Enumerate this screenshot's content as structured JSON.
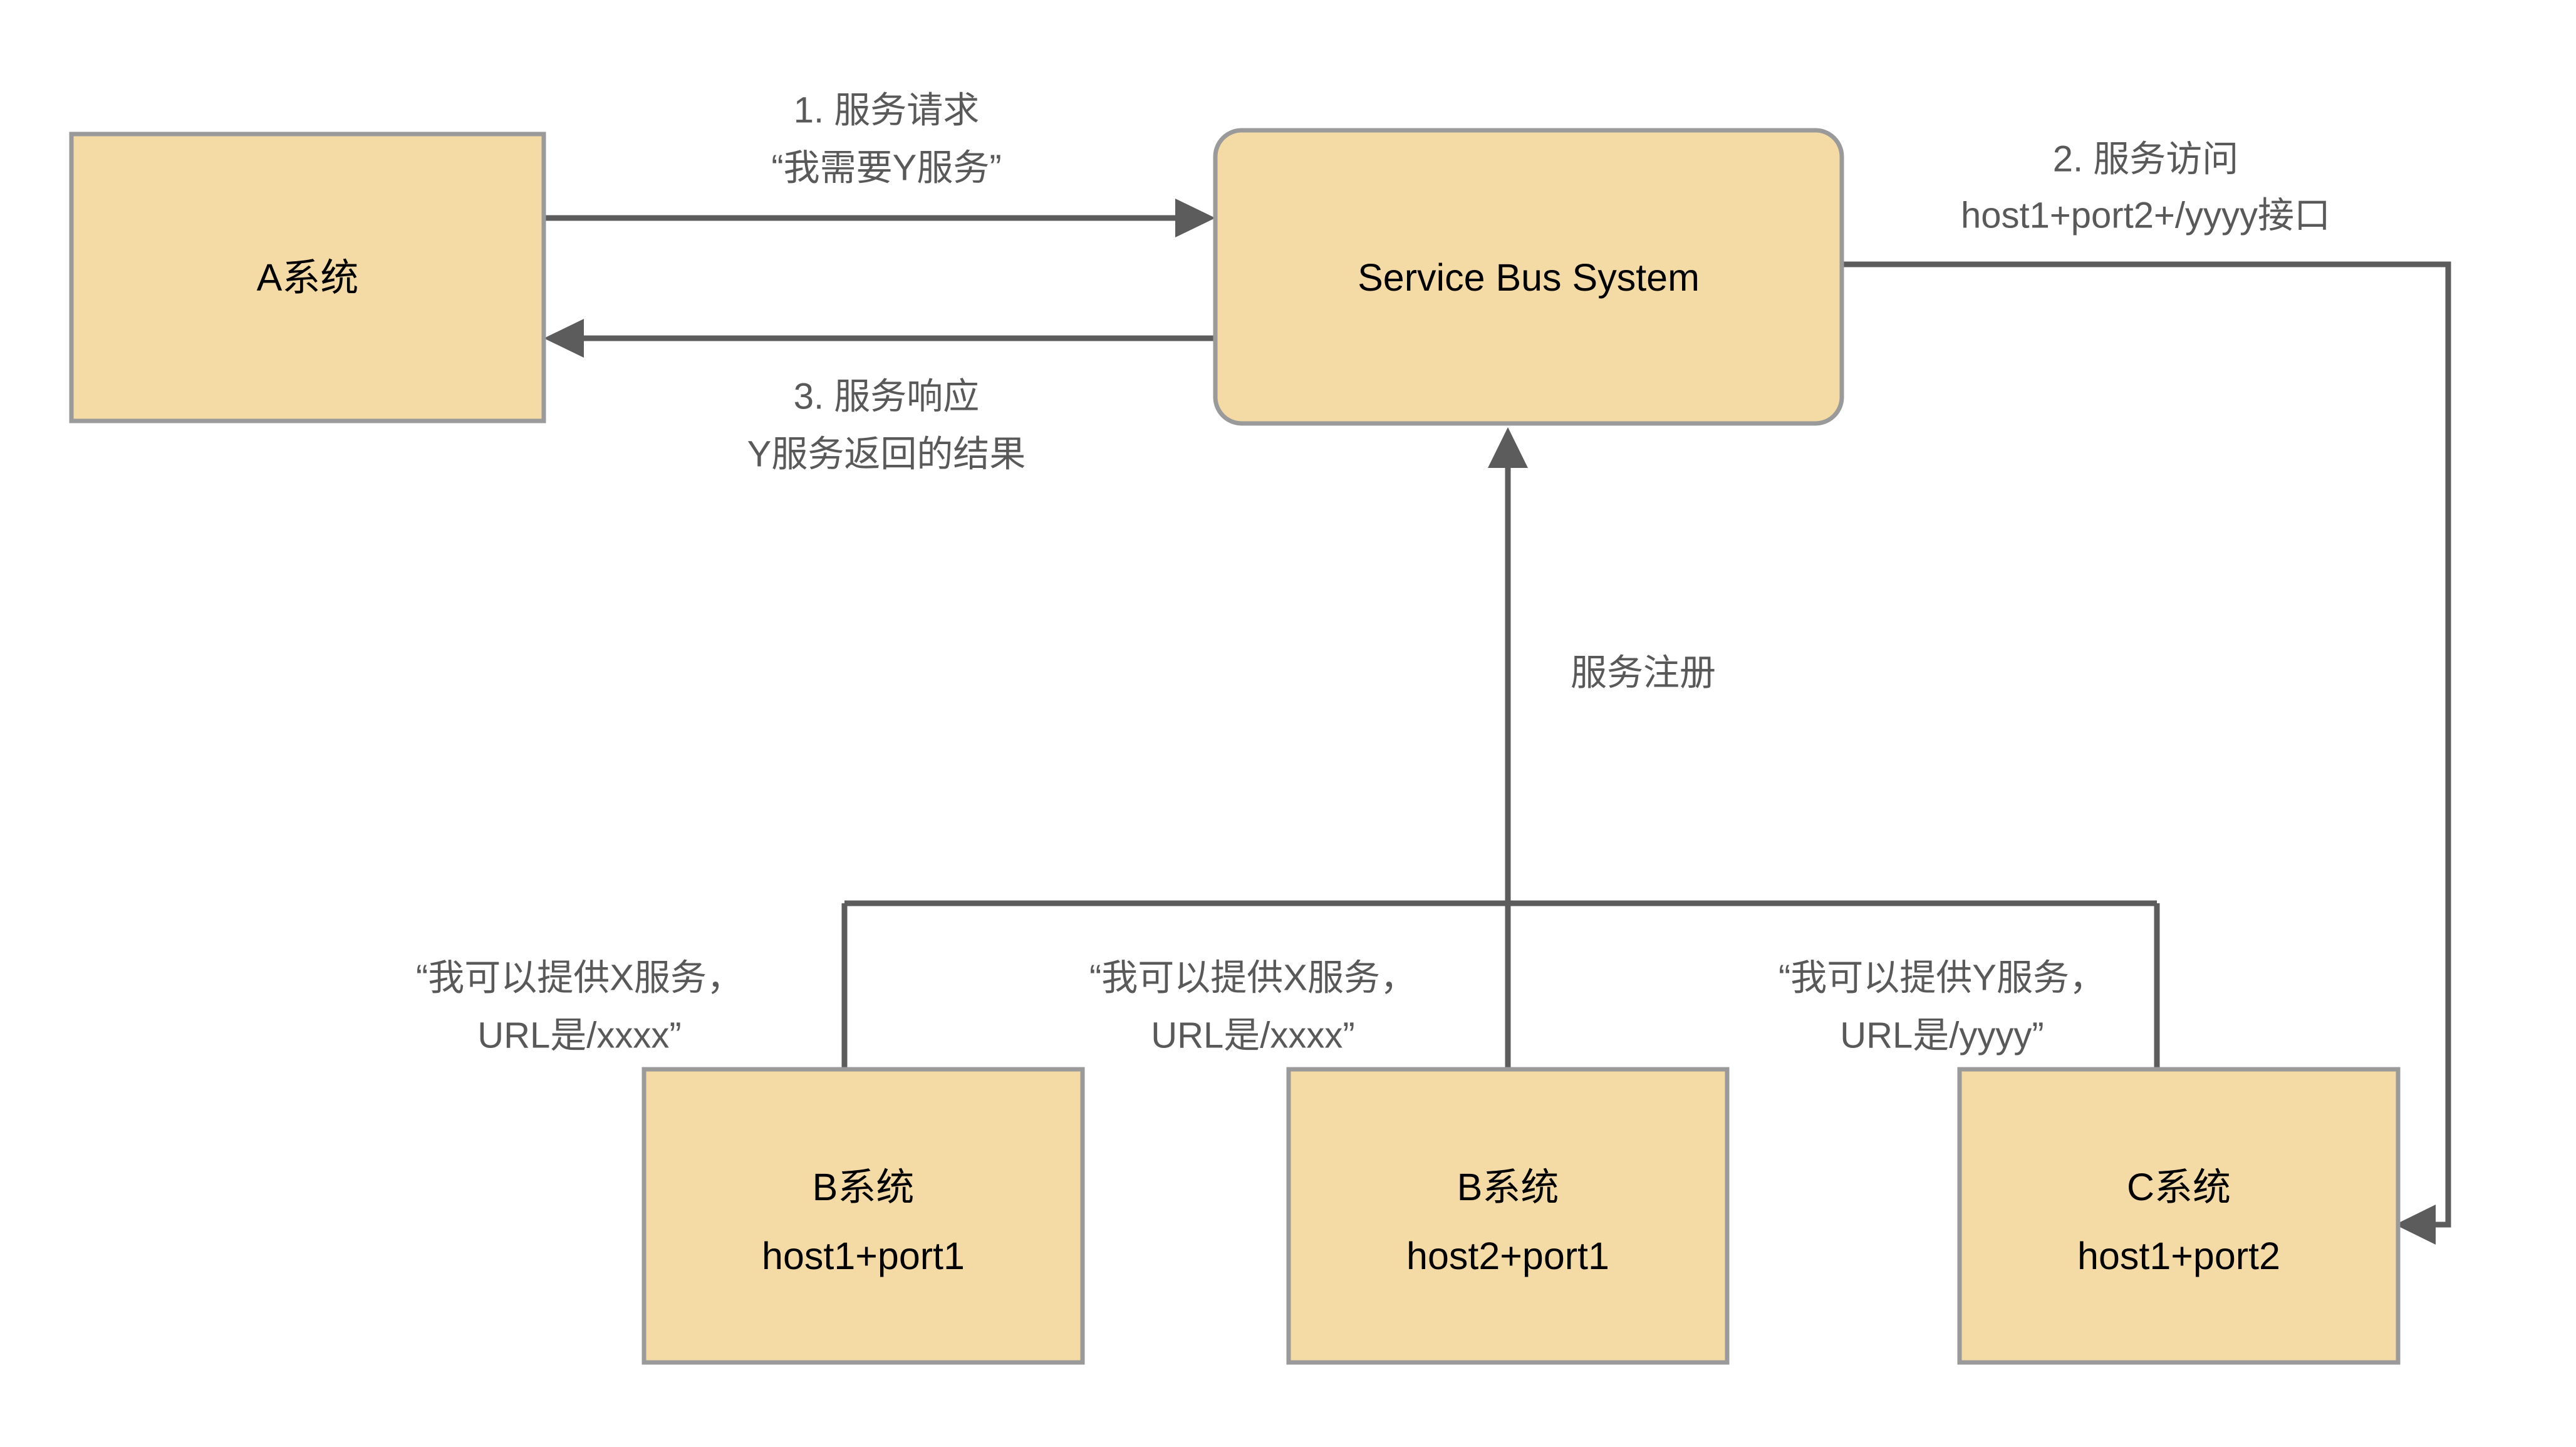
{
  "diagram": {
    "title": "Service Bus System service registration and invocation flow",
    "colors": {
      "node_fill": "#F4DBA6",
      "node_stroke": "#9A9A9A",
      "edge_stroke": "#5C5C5C",
      "node_text": "#000000",
      "edge_text": "#595959",
      "background": "#FFFFFF"
    },
    "nodes": [
      {
        "id": "a-system",
        "label_line1": "A系统",
        "label_line2": "",
        "shape": "rect"
      },
      {
        "id": "service-bus",
        "label_line1": "Service Bus System",
        "label_line2": "",
        "shape": "rounded-rect"
      },
      {
        "id": "b-system-1",
        "label_line1": "B系统",
        "label_line2": "host1+port1",
        "shape": "rect"
      },
      {
        "id": "b-system-2",
        "label_line1": "B系统",
        "label_line2": "host2+port1",
        "shape": "rect"
      },
      {
        "id": "c-system",
        "label_line1": "C系统",
        "label_line2": "host1+port2",
        "shape": "rect"
      }
    ],
    "edges": [
      {
        "id": "service-request",
        "from": "a-system",
        "to": "service-bus",
        "label_line1": "1. 服务请求",
        "label_line2": "“我需要Y服务”"
      },
      {
        "id": "service-access",
        "from": "service-bus",
        "to": "c-system",
        "label_line1": "2. 服务访问",
        "label_line2": "host1+port2+/yyyy接口"
      },
      {
        "id": "service-response",
        "from": "service-bus",
        "to": "a-system",
        "label_line1": "3. 服务响应",
        "label_line2": "Y服务返回的结果"
      },
      {
        "id": "service-registration",
        "from": "b-system-2",
        "to": "service-bus",
        "label_line1": "服务注册",
        "label_line2": ""
      },
      {
        "id": "register-b1",
        "from": "b-system-1",
        "to": "service-registration-bus",
        "label_line1": "“我可以提供X服务，",
        "label_line2": "URL是/xxxx”"
      },
      {
        "id": "register-b2",
        "from": "b-system-2",
        "to": "service-registration-bus",
        "label_line1": "“我可以提供X服务，",
        "label_line2": "URL是/xxxx”"
      },
      {
        "id": "register-c",
        "from": "c-system",
        "to": "service-registration-bus",
        "label_line1": "“我可以提供Y服务，",
        "label_line2": "URL是/yyyy”"
      }
    ]
  }
}
